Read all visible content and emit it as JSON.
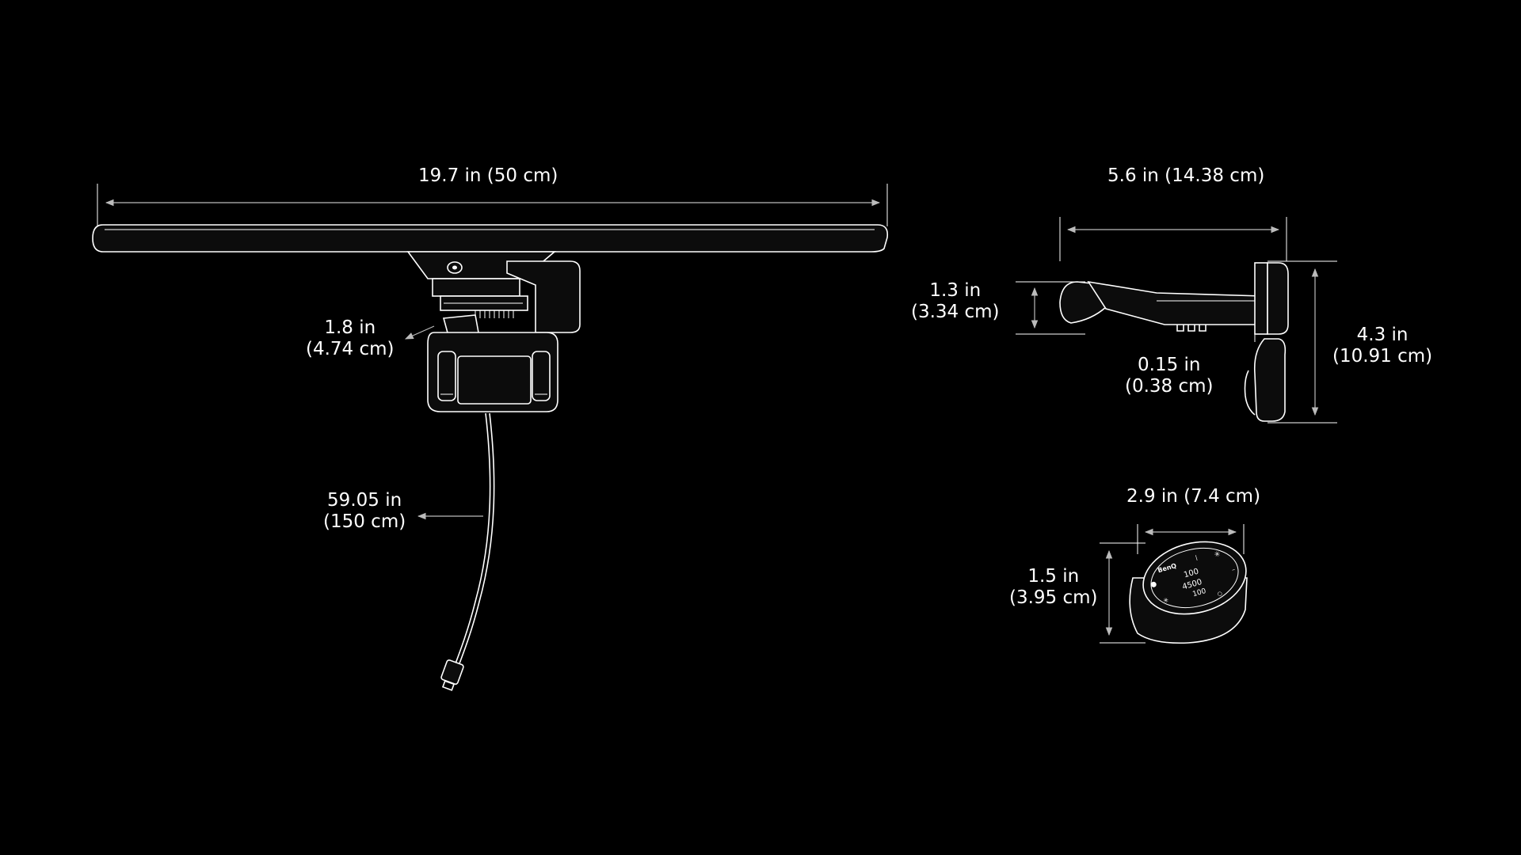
{
  "colors": {
    "background": "#000000",
    "drawing": "#ffffff",
    "dimension_line": "#bbbbbb"
  },
  "dimensions": {
    "bar_length": "19.7 in (50 cm)",
    "clip_depth_in": "1.8 in",
    "clip_depth_cm": "(4.74 cm)",
    "cable_length_in": "59.05 in",
    "cable_length_cm": "(150 cm)",
    "side_depth": "5.6 in (14.38 cm)",
    "head_height_in": "1.3 in",
    "head_height_cm": "(3.34 cm)",
    "side_height_in": "4.3 in",
    "side_height_cm": "(10.91 cm)",
    "gap_in": "0.15 in",
    "gap_cm": "(0.38 cm)",
    "remote_width": "2.9 in (7.4 cm)",
    "remote_height_in": "1.5 in",
    "remote_height_cm": "(3.95 cm)"
  },
  "remote_screen": {
    "brand": "BenQ",
    "brightness": "100",
    "color_temp": "4500",
    "battery": "100"
  }
}
